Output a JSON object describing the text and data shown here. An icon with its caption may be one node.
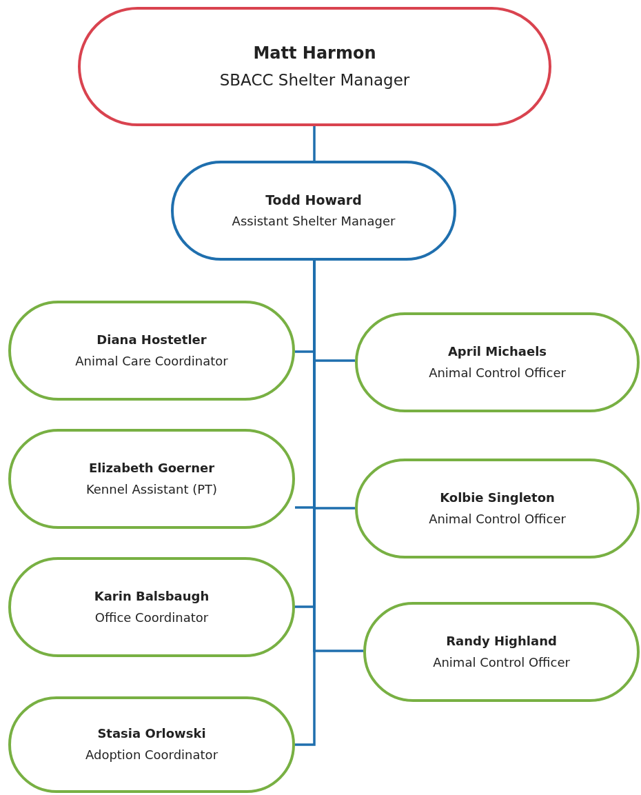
{
  "diagram": {
    "nodes": [
      {
        "text": [
          "Matt Harmon",
          "SBACC Shelter Manager"
        ]
      },
      {
        "text": [
          "Todd Howard",
          "Assistant Shelter Manager"
        ]
      },
      {
        "text": [
          "Diana Hostetler",
          "Animal Care Coordinator"
        ]
      },
      {
        "text": [
          "April Michaels",
          "Animal Control Officer"
        ]
      },
      {
        "text": [
          "Elizabeth Goerner",
          "Kennel Assistant (PT)"
        ]
      },
      {
        "text": [
          "Kolbie Singleton",
          "Animal Control Officer"
        ]
      },
      {
        "text": [
          "Karin Balsbaugh",
          "Office Coordinator"
        ]
      },
      {
        "text": [
          "Randy Highland",
          "Animal Control Officer"
        ]
      },
      {
        "text": [
          "Stasia Orlowski",
          "Adoption Coordinator"
        ]
      }
    ],
    "edges": [
      {
        "from": 0,
        "to": 1,
        "arrow": "none"
      },
      {
        "from": 1,
        "to": 2,
        "arrow": "none"
      },
      {
        "from": 1,
        "to": 3,
        "arrow": "none"
      },
      {
        "from": 1,
        "to": 4,
        "arrow": "none"
      },
      {
        "from": 1,
        "to": 5,
        "arrow": "none"
      },
      {
        "from": 1,
        "to": 6,
        "arrow": "none"
      },
      {
        "from": 1,
        "to": 7,
        "arrow": "none"
      },
      {
        "from": 1,
        "to": 8,
        "arrow": "none"
      }
    ]
  }
}
